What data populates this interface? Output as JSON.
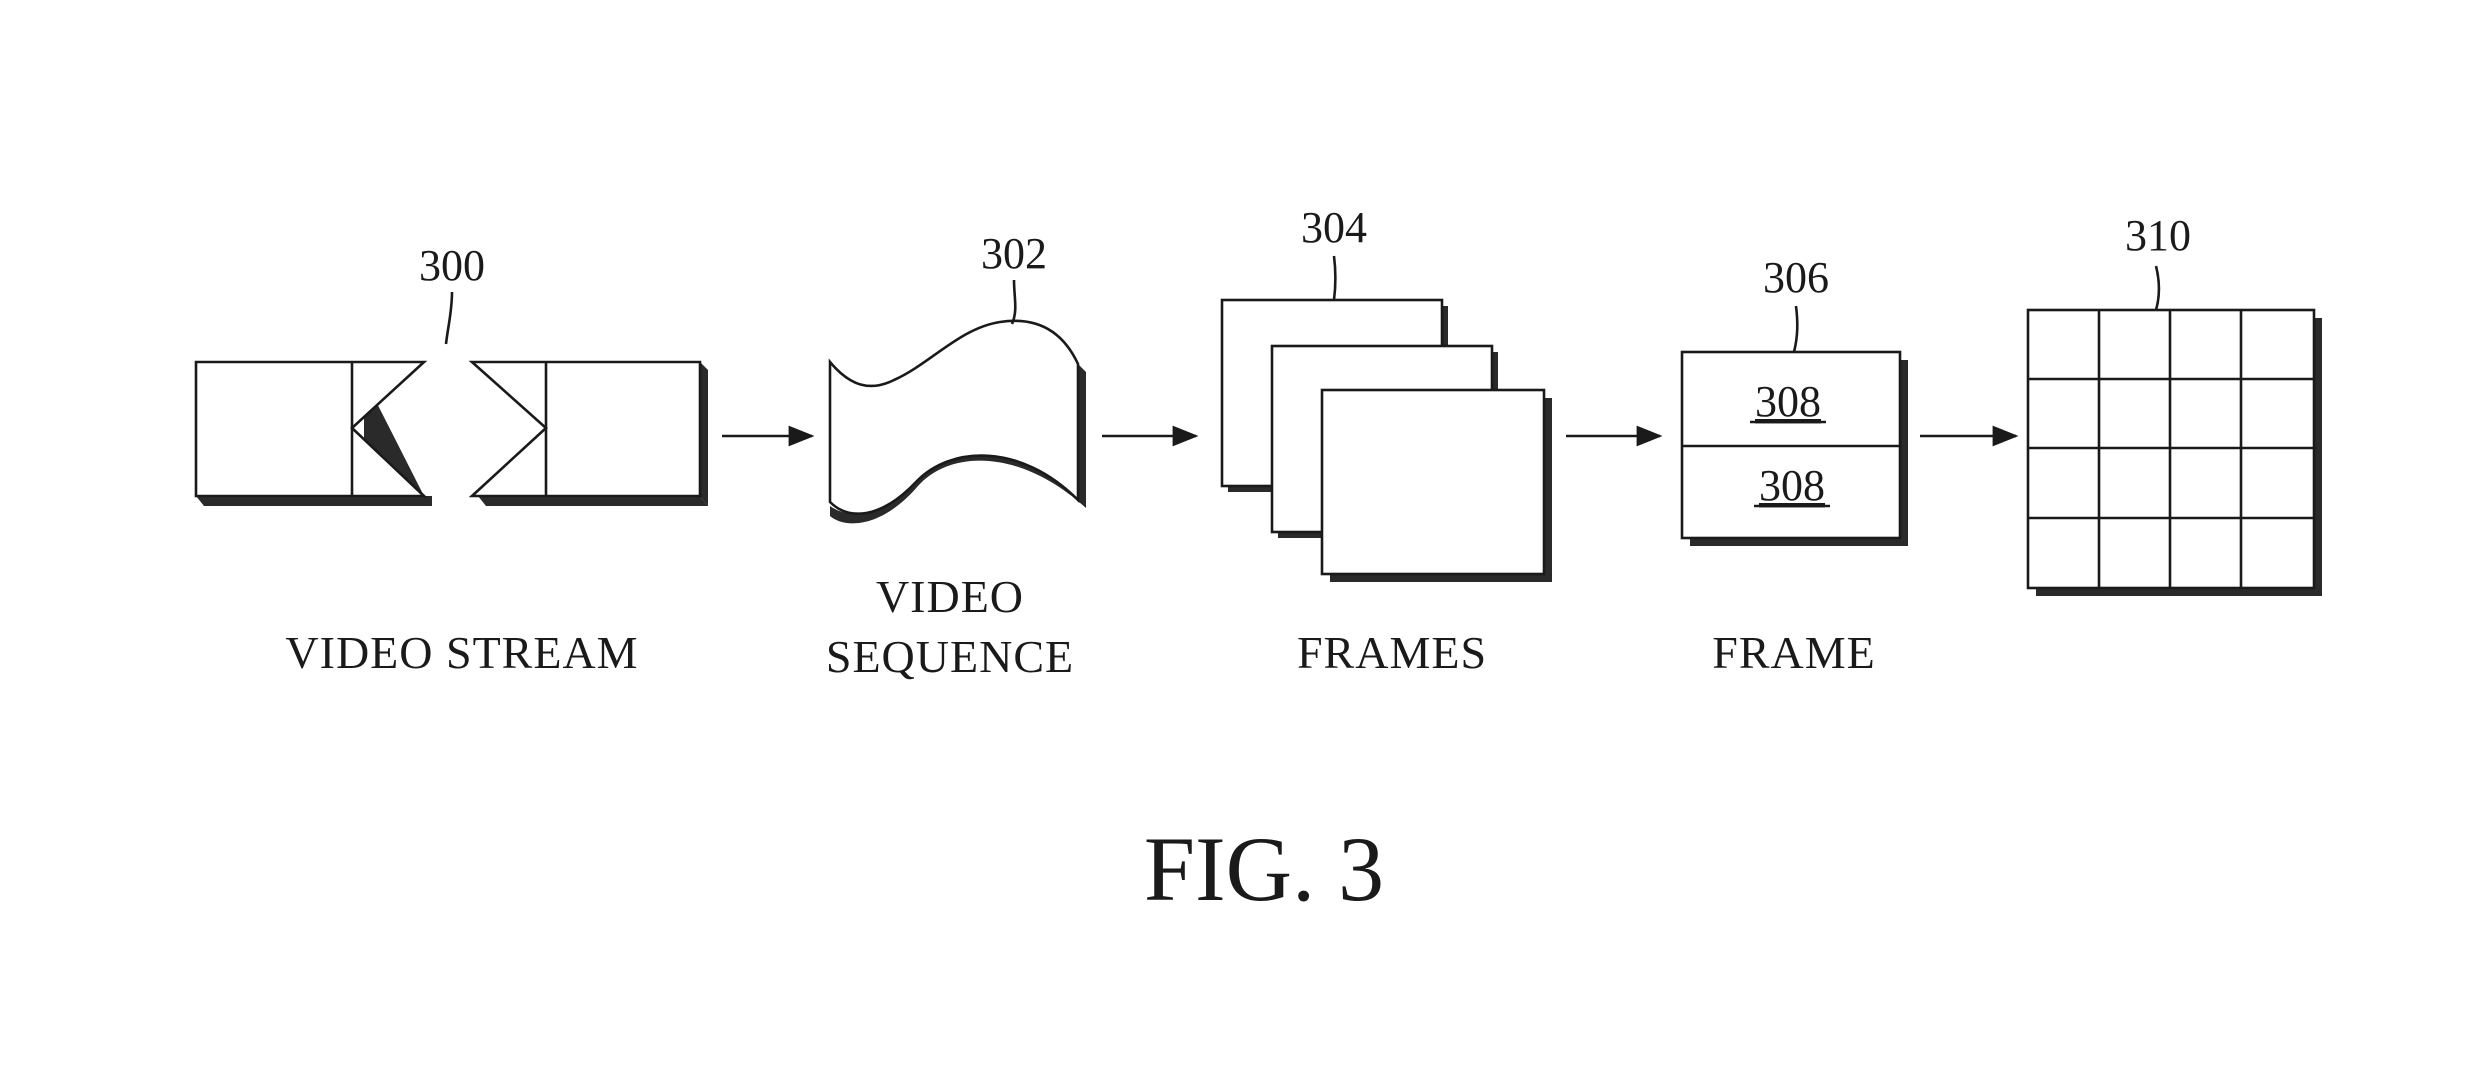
{
  "refs": {
    "stream": "300",
    "sequence": "302",
    "frames": "304",
    "frame": "306",
    "partition_top": "308",
    "partition_bottom": "308",
    "blocks": "310"
  },
  "captions": {
    "stream": "VIDEO STREAM",
    "sequence_line1": "VIDEO",
    "sequence_line2": "SEQUENCE",
    "frames": "FRAMES",
    "frame": "FRAME"
  },
  "figure_label": "FIG. 3",
  "colors": {
    "ink": "#1a1a1a",
    "background": "#ffffff"
  }
}
